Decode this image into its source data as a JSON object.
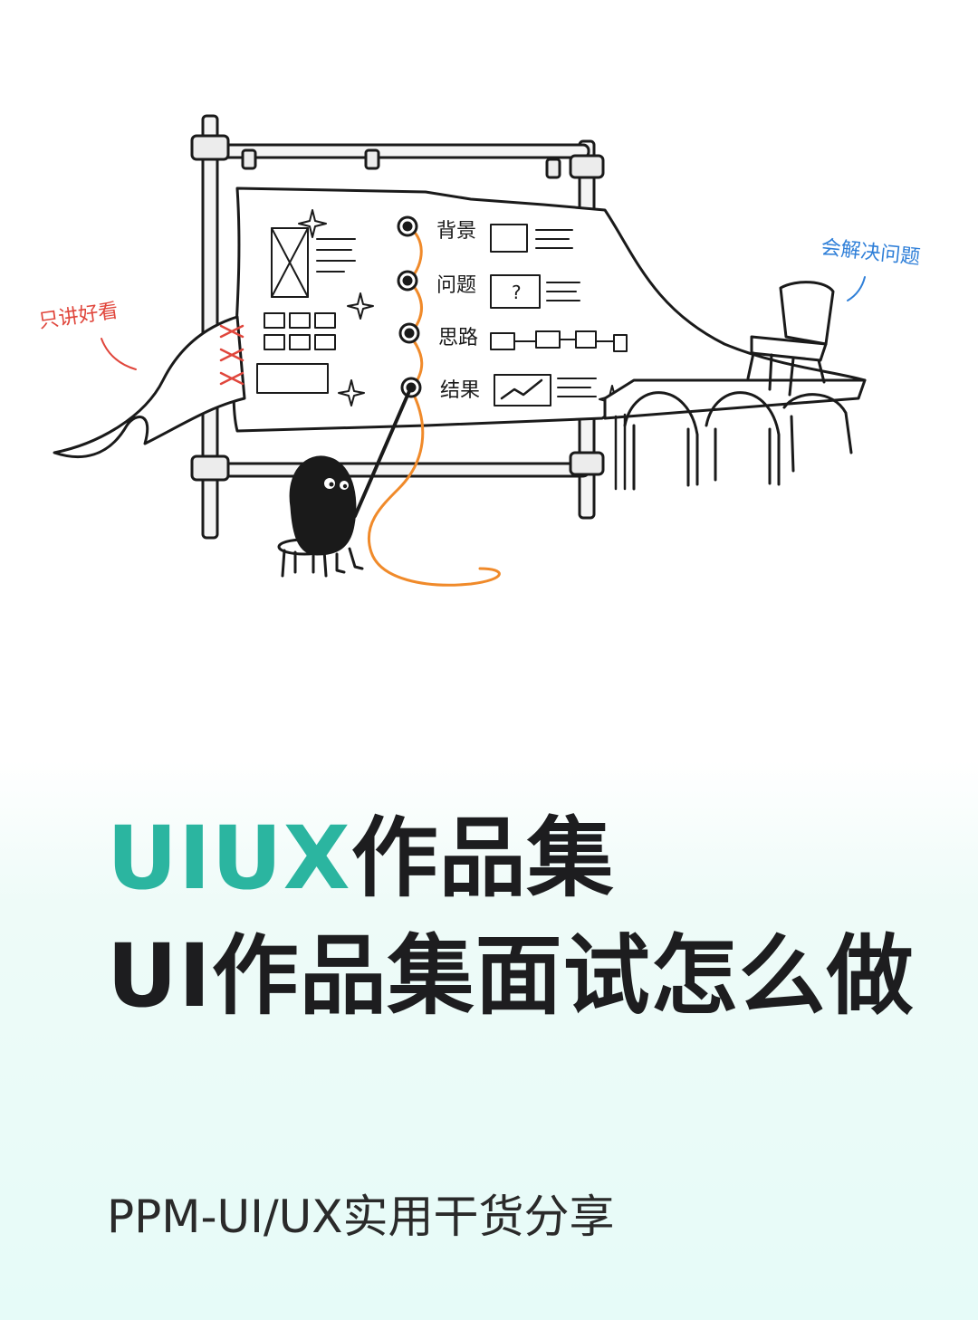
{
  "illustration": {
    "label_left": "只讲好看",
    "label_right": "会解决问题",
    "steps": [
      {
        "label": "背景"
      },
      {
        "label": "问题"
      },
      {
        "label": "思路"
      },
      {
        "label": "结果"
      }
    ],
    "question_mark": "?",
    "colors": {
      "thread": "#f08a2a",
      "left_note": "#e0463c",
      "right_note": "#2f7fd8",
      "ink": "#1a1a1a"
    }
  },
  "title": {
    "line1_accent": "UIUX",
    "line1_rest": "作品集",
    "line2": "UI作品集面试怎么做"
  },
  "subtitle": "PPM-UI/UX实用干货分享",
  "colors": {
    "accent": "#2bb5a0",
    "text": "#1d1d1f"
  }
}
